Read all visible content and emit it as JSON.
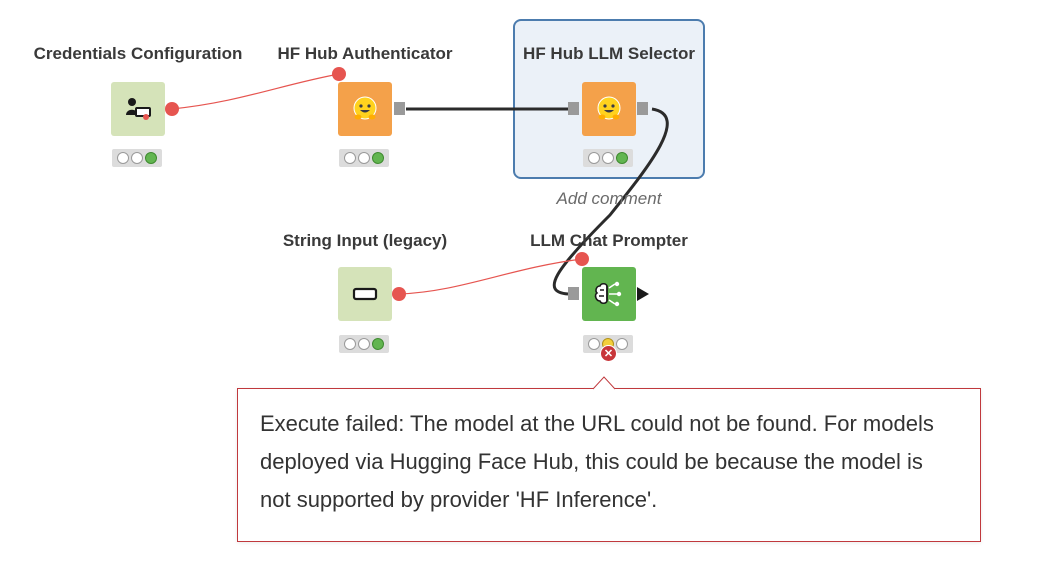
{
  "nodes": {
    "credentials": {
      "title": "Credentials Configuration"
    },
    "hf_auth": {
      "title": "HF Hub Authenticator"
    },
    "llm_selector": {
      "title": "HF Hub LLM Selector"
    },
    "string_input": {
      "title": "String Input (legacy)"
    },
    "chat_prompter": {
      "title": "LLM Chat Prompter"
    }
  },
  "annotation": {
    "add_comment": "Add comment"
  },
  "error": {
    "badge": "✕",
    "message": "Execute failed: The model at the URL could not be found. For models deployed via Hugging Face Hub, this could be because the model is not supported by provider 'HF Inference'."
  },
  "colors": {
    "flow_variable_port": "#e65550",
    "data_connection": "#2b2b2b",
    "selection_border": "#4c7cae",
    "error": "#c0393d"
  }
}
